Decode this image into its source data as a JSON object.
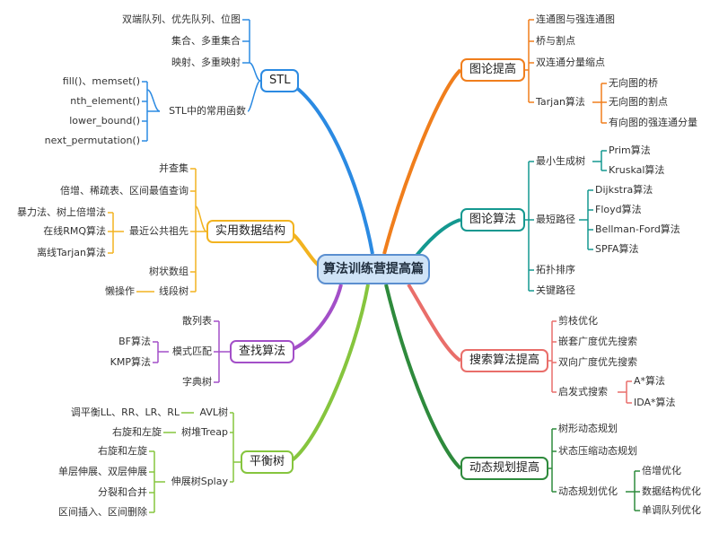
{
  "root": {
    "title": "算法训练营提高篇"
  },
  "branches": {
    "stl": {
      "title": "STL",
      "color": "#2b8ae2",
      "items": [
        "双端队列、优先队列、位图",
        "集合、多重集合",
        "映射、多重映射"
      ],
      "funcs": {
        "title": "STL中的常用函数",
        "items": [
          "fill()、memset()",
          "nth_element()",
          "lower_bound()",
          "next_permutation()"
        ]
      }
    },
    "ds": {
      "title": "实用数据结构",
      "color": "#f2b320",
      "items": [
        "并查集",
        "倍增、稀疏表、区间最值查询"
      ],
      "lca": {
        "title": "最近公共祖先",
        "items": [
          "暴力法、树上倍增法",
          "在线RMQ算法",
          "离线Tarjan算法"
        ]
      },
      "bit": "树状数组",
      "seg": {
        "title": "线段树",
        "items": [
          "懒操作"
        ]
      }
    },
    "search": {
      "title": "查找算法",
      "color": "#a34fc8",
      "hash": "散列表",
      "match": {
        "title": "模式匹配",
        "items": [
          "BF算法",
          "KMP算法"
        ]
      },
      "trie": "字典树"
    },
    "bst": {
      "title": "平衡树",
      "color": "#86c53e",
      "avl": {
        "title": "AVL树",
        "items": [
          "调平衡LL、RR、LR、RL"
        ]
      },
      "treap": {
        "title": "树堆Treap",
        "items": [
          "右旋和左旋"
        ]
      },
      "splay": {
        "title": "伸展树Splay",
        "items": [
          "右旋和左旋",
          "单层伸展、双层伸展",
          "分裂和合并",
          "区间插入、区间删除"
        ]
      }
    },
    "graph_adv": {
      "title": "图论提高",
      "color": "#f07e1c",
      "items": [
        "连通图与强连通图",
        "桥与割点",
        "双连通分量缩点"
      ],
      "tarjan": {
        "title": "Tarjan算法",
        "items": [
          "无向图的桥",
          "无向图的割点",
          "有向图的强连通分量"
        ]
      }
    },
    "graph_alg": {
      "title": "图论算法",
      "color": "#149890",
      "mst": {
        "title": "最小生成树",
        "items": [
          "Prim算法",
          "Kruskal算法"
        ]
      },
      "sp": {
        "title": "最短路径",
        "items": [
          "Dijkstra算法",
          "Floyd算法",
          "Bellman-Ford算法",
          "SPFA算法"
        ]
      },
      "topo": "拓扑排序",
      "critical": "关键路径"
    },
    "search_adv": {
      "title": "搜索算法提高",
      "color": "#e96e6a",
      "items": [
        "剪枝优化",
        "嵌套广度优先搜索",
        "双向广度优先搜索"
      ],
      "heur": {
        "title": "启发式搜索",
        "items": [
          "A*算法",
          "IDA*算法"
        ]
      }
    },
    "dp": {
      "title": "动态规划提高",
      "color": "#2e8a3c",
      "items": [
        "树形动态规划",
        "状态压缩动态规划"
      ],
      "opt": {
        "title": "动态规划优化",
        "items": [
          "倍增优化",
          "数据结构优化",
          "单调队列优化"
        ]
      }
    }
  }
}
